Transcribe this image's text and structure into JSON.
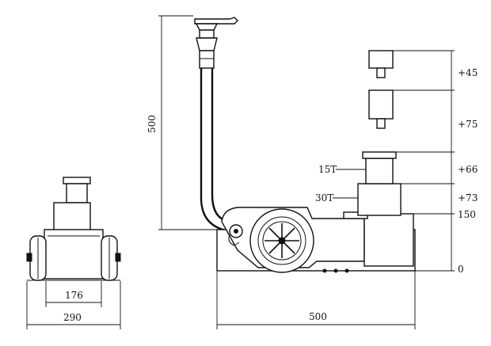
{
  "front_view": {
    "inner_width": "176",
    "outer_width": "290"
  },
  "side_view": {
    "handle_height": "500",
    "base_length": "500",
    "capacity_labels": [
      "15T",
      "30T"
    ],
    "stage_heights": [
      "+45",
      "+75",
      "+66",
      "+73",
      "150",
      "0"
    ]
  }
}
